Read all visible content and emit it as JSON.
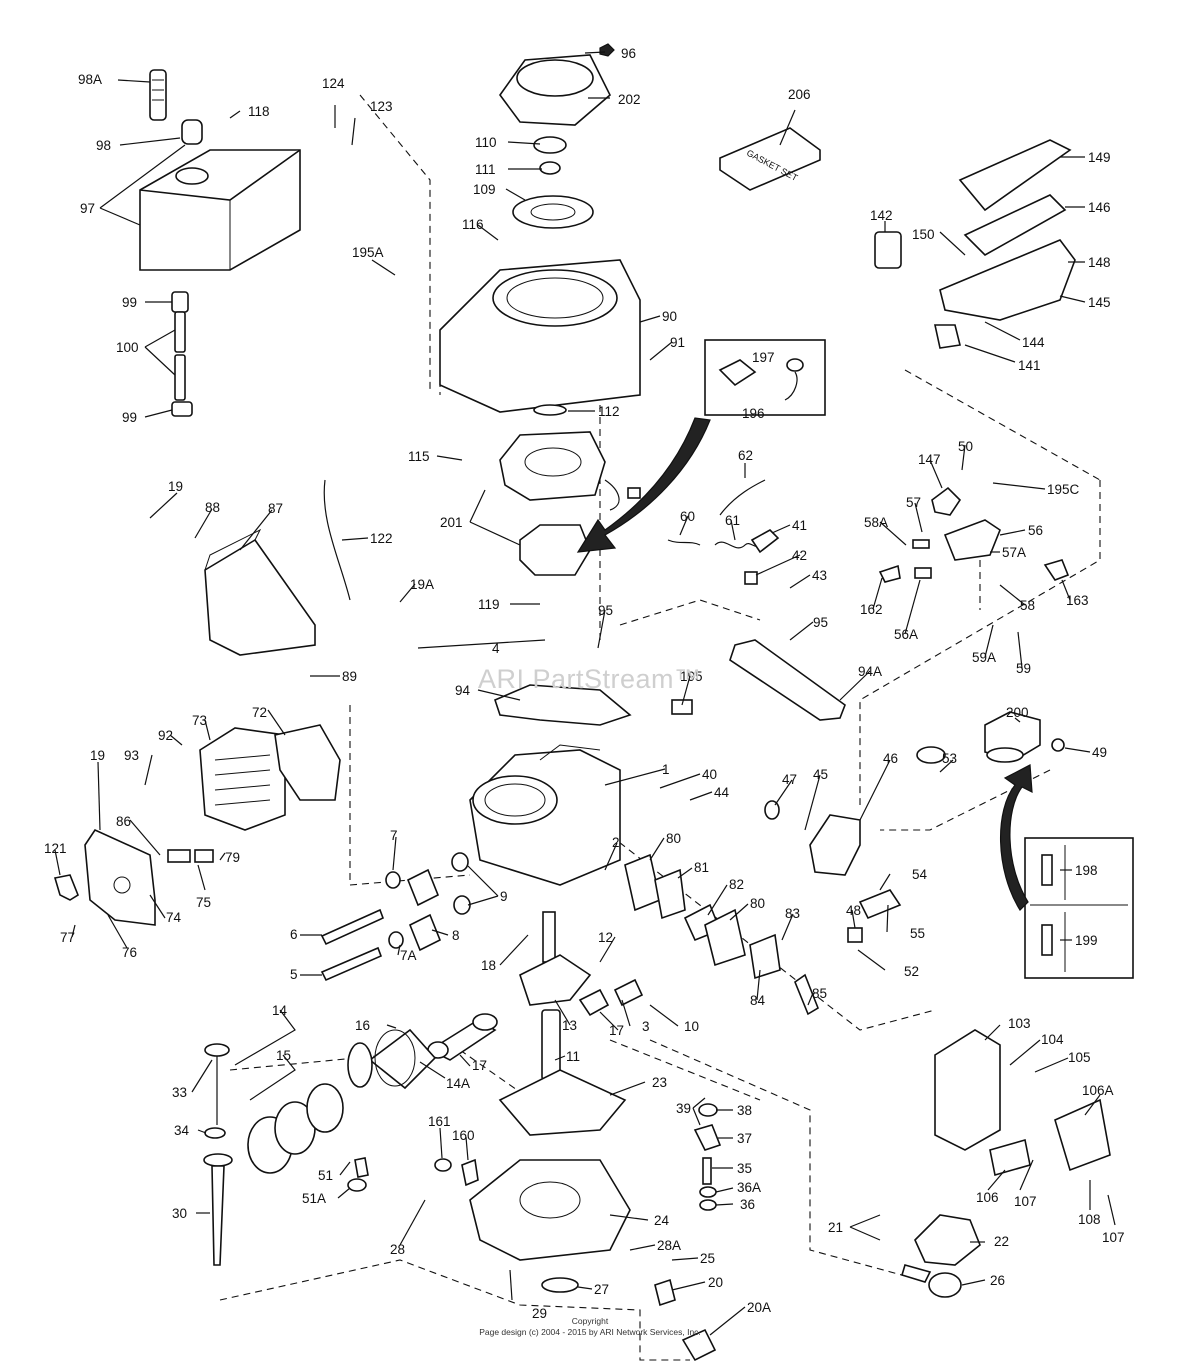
{
  "watermark": "ARI PartStream™",
  "gasket_set_label": "GASKET SET",
  "footer": {
    "line1": "Copyright",
    "line2": "Page design (c) 2004 - 2015 by ARI Network Services, Inc."
  },
  "callouts": [
    "98A",
    "118",
    "98",
    "97",
    "124",
    "123",
    "96",
    "202",
    "206",
    "149",
    "146",
    "150",
    "142",
    "148",
    "145",
    "110",
    "111",
    "109",
    "116",
    "195A",
    "90",
    "91",
    "144",
    "141",
    "99",
    "100",
    "99",
    "197",
    "196",
    "112",
    "115",
    "19",
    "88",
    "87",
    "122",
    "62",
    "201",
    "60",
    "61",
    "41",
    "42",
    "43",
    "19A",
    "147",
    "50",
    "195C",
    "58A",
    "57",
    "56",
    "57A",
    "163",
    "162",
    "56A",
    "58",
    "59A",
    "59",
    "119",
    "95",
    "95",
    "94A",
    "89",
    "4",
    "94",
    "195",
    "200",
    "49",
    "72",
    "73",
    "92",
    "93",
    "1",
    "40",
    "44",
    "53",
    "46",
    "47",
    "45",
    "19",
    "86",
    "121",
    "79",
    "75",
    "74",
    "77",
    "76",
    "7",
    "9",
    "2",
    "80",
    "81",
    "82",
    "80",
    "6",
    "8",
    "7A",
    "5",
    "18",
    "12",
    "83",
    "84",
    "85",
    "48",
    "54",
    "55",
    "52",
    "198",
    "199",
    "14",
    "16",
    "17",
    "3",
    "10",
    "13",
    "17",
    "14A",
    "11",
    "15",
    "103",
    "104",
    "105",
    "106A",
    "33",
    "34",
    "23",
    "39",
    "38",
    "37",
    "161",
    "160",
    "35",
    "36A",
    "36",
    "51",
    "51A",
    "28",
    "24",
    "30",
    "28A",
    "25",
    "20",
    "20A",
    "27",
    "29",
    "106",
    "107",
    "108",
    "107",
    "21",
    "22",
    "26"
  ]
}
